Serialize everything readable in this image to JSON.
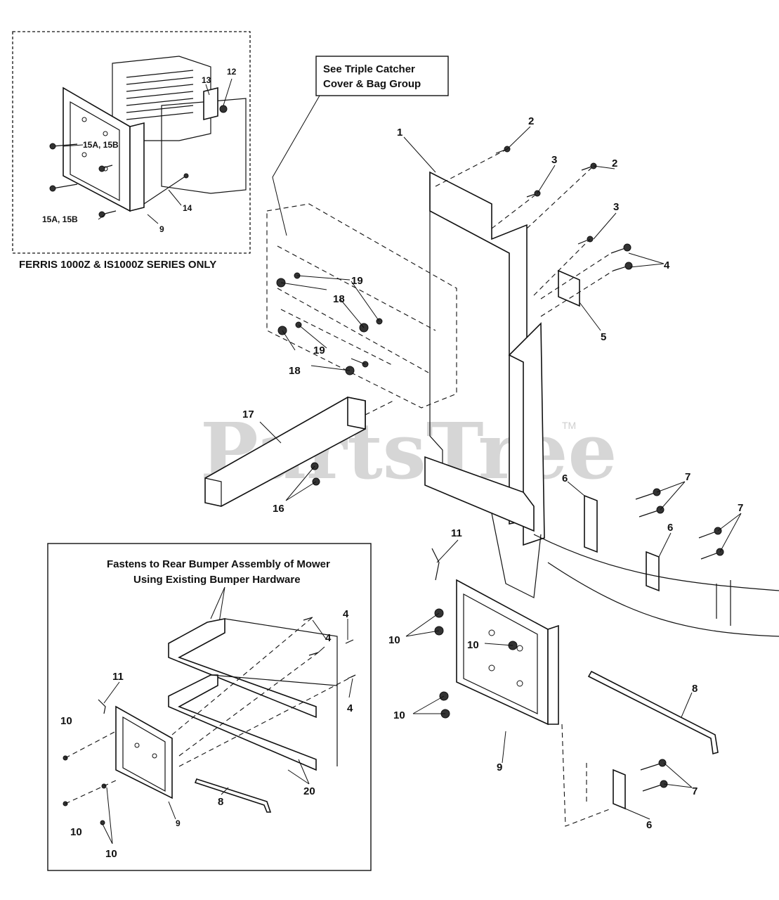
{
  "inset_top": {
    "caption": "FERRIS 1000Z & IS1000Z SERIES ONLY",
    "callouts": [
      "12",
      "13",
      "15A, 15B",
      "14",
      "15A, 15B",
      "9"
    ]
  },
  "inset_bottom": {
    "note_line1": "Fastens to Rear Bumper Assembly of Mower",
    "note_line2": "Using Existing Bumper Hardware",
    "callouts": [
      "4",
      "4",
      "4",
      "11",
      "10",
      "10",
      "10",
      "9",
      "8",
      "20"
    ]
  },
  "main": {
    "note_line1": "See Triple Catcher",
    "note_line2": "Cover & Bag Group",
    "callouts": [
      "1",
      "2",
      "3",
      "2",
      "3",
      "4",
      "5",
      "19",
      "18",
      "19",
      "18",
      "17",
      "16",
      "6",
      "7",
      "7",
      "6",
      "11",
      "10",
      "10",
      "10",
      "8",
      "9",
      "7",
      "6"
    ]
  },
  "watermark": {
    "text": "PartsTree",
    "tm": "TM"
  }
}
